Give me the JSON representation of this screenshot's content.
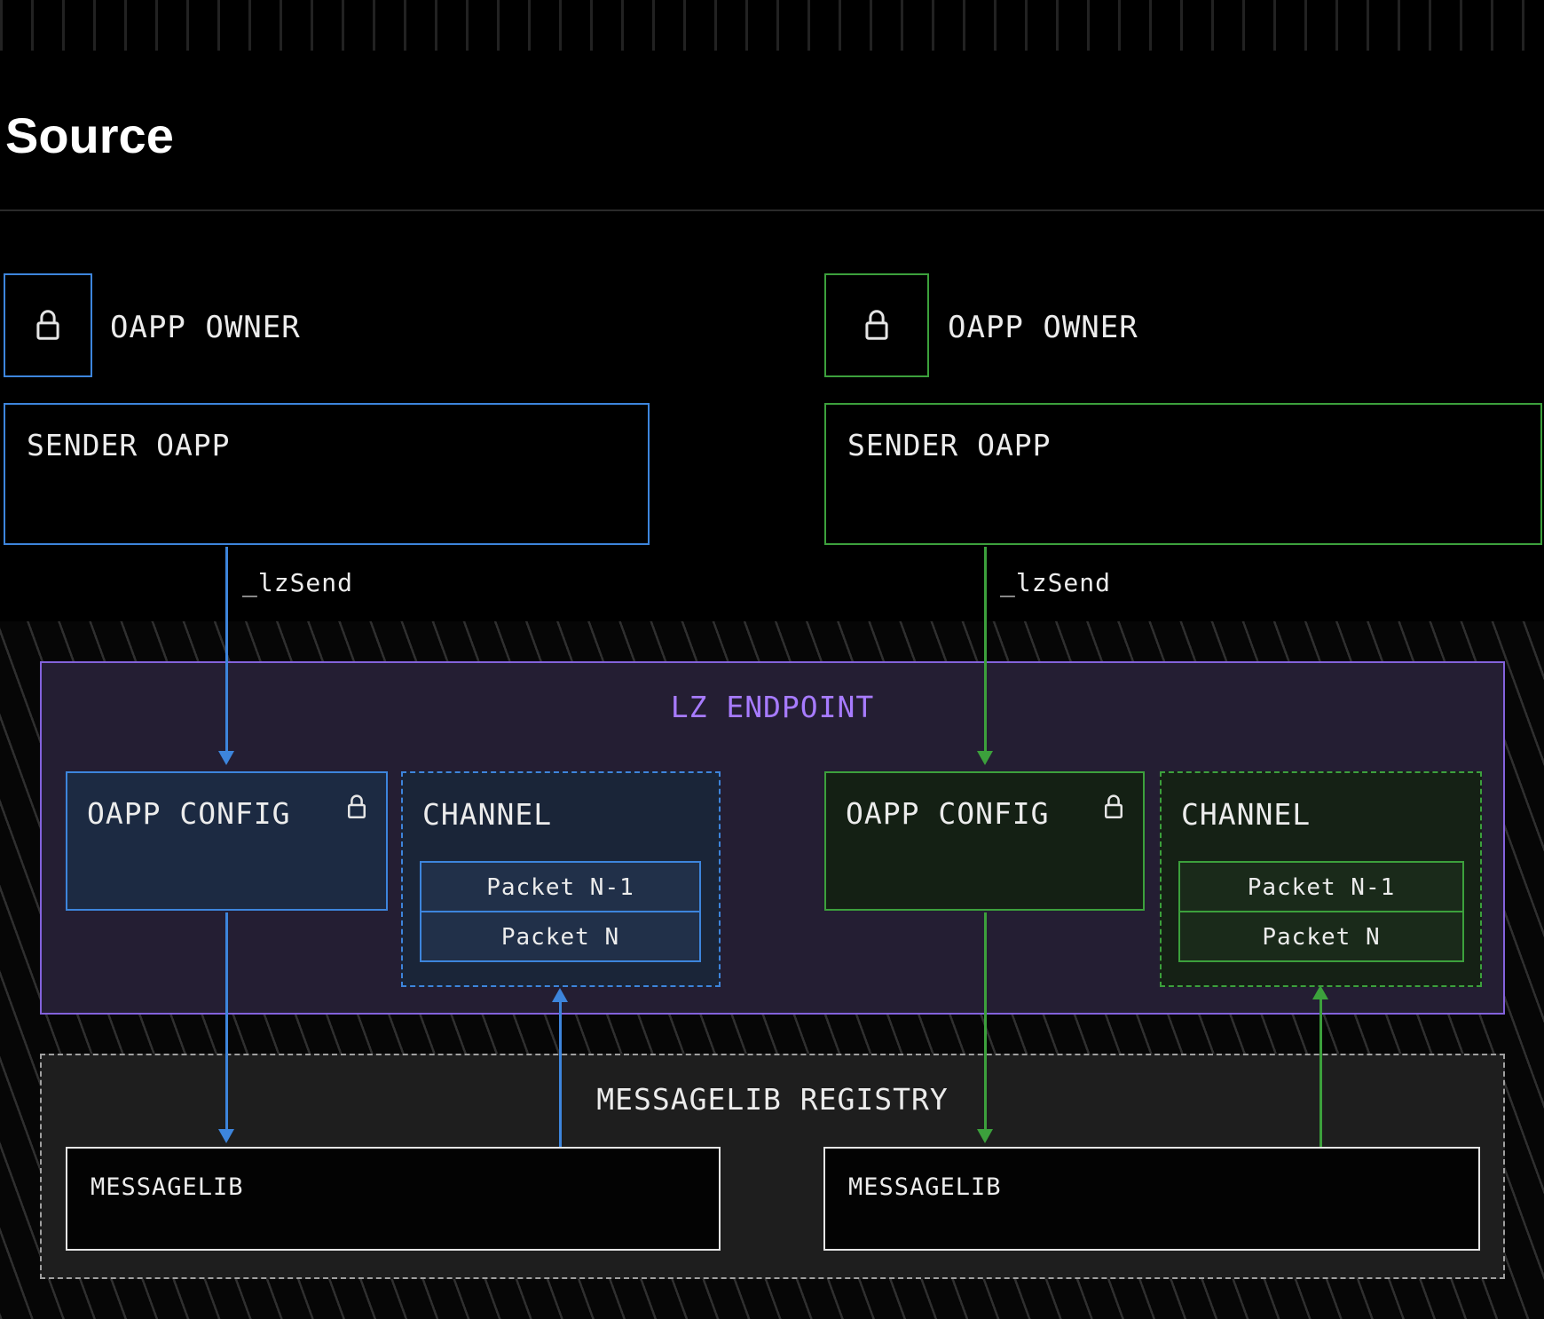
{
  "page": {
    "title": "Source"
  },
  "colors": {
    "background": "#000000",
    "blue_accent": "#3d85dc",
    "green_accent": "#3ca03c",
    "endpoint_border": "#8362dc",
    "endpoint_title": "#a77bff",
    "endpoint_fill": "#241e33",
    "registry_border": "#a0a0a0",
    "registry_fill": "#1e1e1e",
    "label_text": "#ececec"
  },
  "icons": {
    "lock": "padlock-outline"
  },
  "endpoint": {
    "title": "LZ ENDPOINT"
  },
  "registry": {
    "title": "MESSAGELIB REGISTRY"
  },
  "columns": [
    {
      "side": "left",
      "accent": "#3d85dc",
      "owner_label": "OAPP OWNER",
      "sender_label": "SENDER OAPP",
      "send_call_label": "_lzSend",
      "config_label": "OAPP CONFIG",
      "channel_label": "CHANNEL",
      "packets": [
        "Packet N-1",
        "Packet N"
      ],
      "messagelib_label": "MESSAGELIB"
    },
    {
      "side": "right",
      "accent": "#3ca03c",
      "owner_label": "OAPP OWNER",
      "sender_label": "SENDER OAPP",
      "send_call_label": "_lzSend",
      "config_label": "OAPP CONFIG",
      "channel_label": "CHANNEL",
      "packets": [
        "Packet N-1",
        "Packet N"
      ],
      "messagelib_label": "MESSAGELIB"
    }
  ]
}
